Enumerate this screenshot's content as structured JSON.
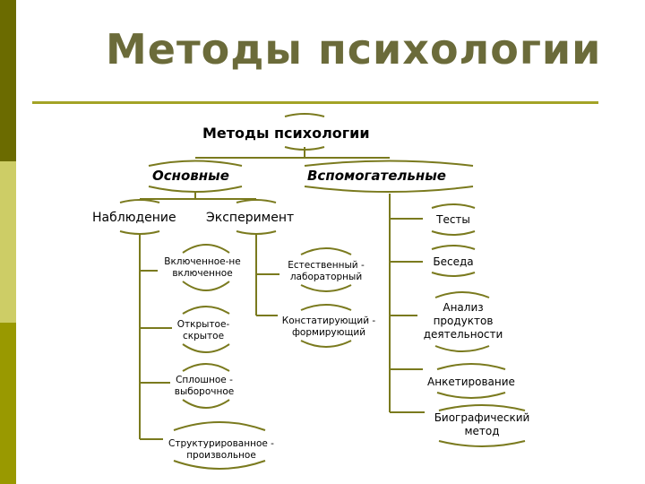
{
  "slide": {
    "title": "Методы психологии"
  },
  "diagram": {
    "root": "Методы психологии",
    "main": "Основные",
    "aux": "Вспомогательные",
    "observation": "Наблюдение",
    "experiment": "Эксперимент",
    "obs_types": [
      [
        "Включенное-не",
        "включенное"
      ],
      [
        "Открытое-",
        "скрытое"
      ],
      [
        "Сплошное -",
        "выборочное"
      ],
      [
        "Структурированное -",
        "произвольное"
      ]
    ],
    "exp_types": [
      [
        "Естественный -",
        "лабораторный"
      ],
      [
        "Констатирующий -",
        "формирующий"
      ]
    ],
    "aux_methods": [
      [
        "Тесты"
      ],
      [
        "Беседа"
      ],
      [
        "Анализ",
        "продуктов",
        "деятельности"
      ],
      [
        "Анкетирование"
      ],
      [
        "Биографический",
        "метод"
      ]
    ]
  },
  "colors": {
    "title": "#6b6b3a",
    "accent": "#a3a326",
    "sidebar_dark": "#6b6b00",
    "sidebar_light": "#cdcd66",
    "sidebar_mid": "#999900",
    "connector": "#7a7a1e"
  }
}
